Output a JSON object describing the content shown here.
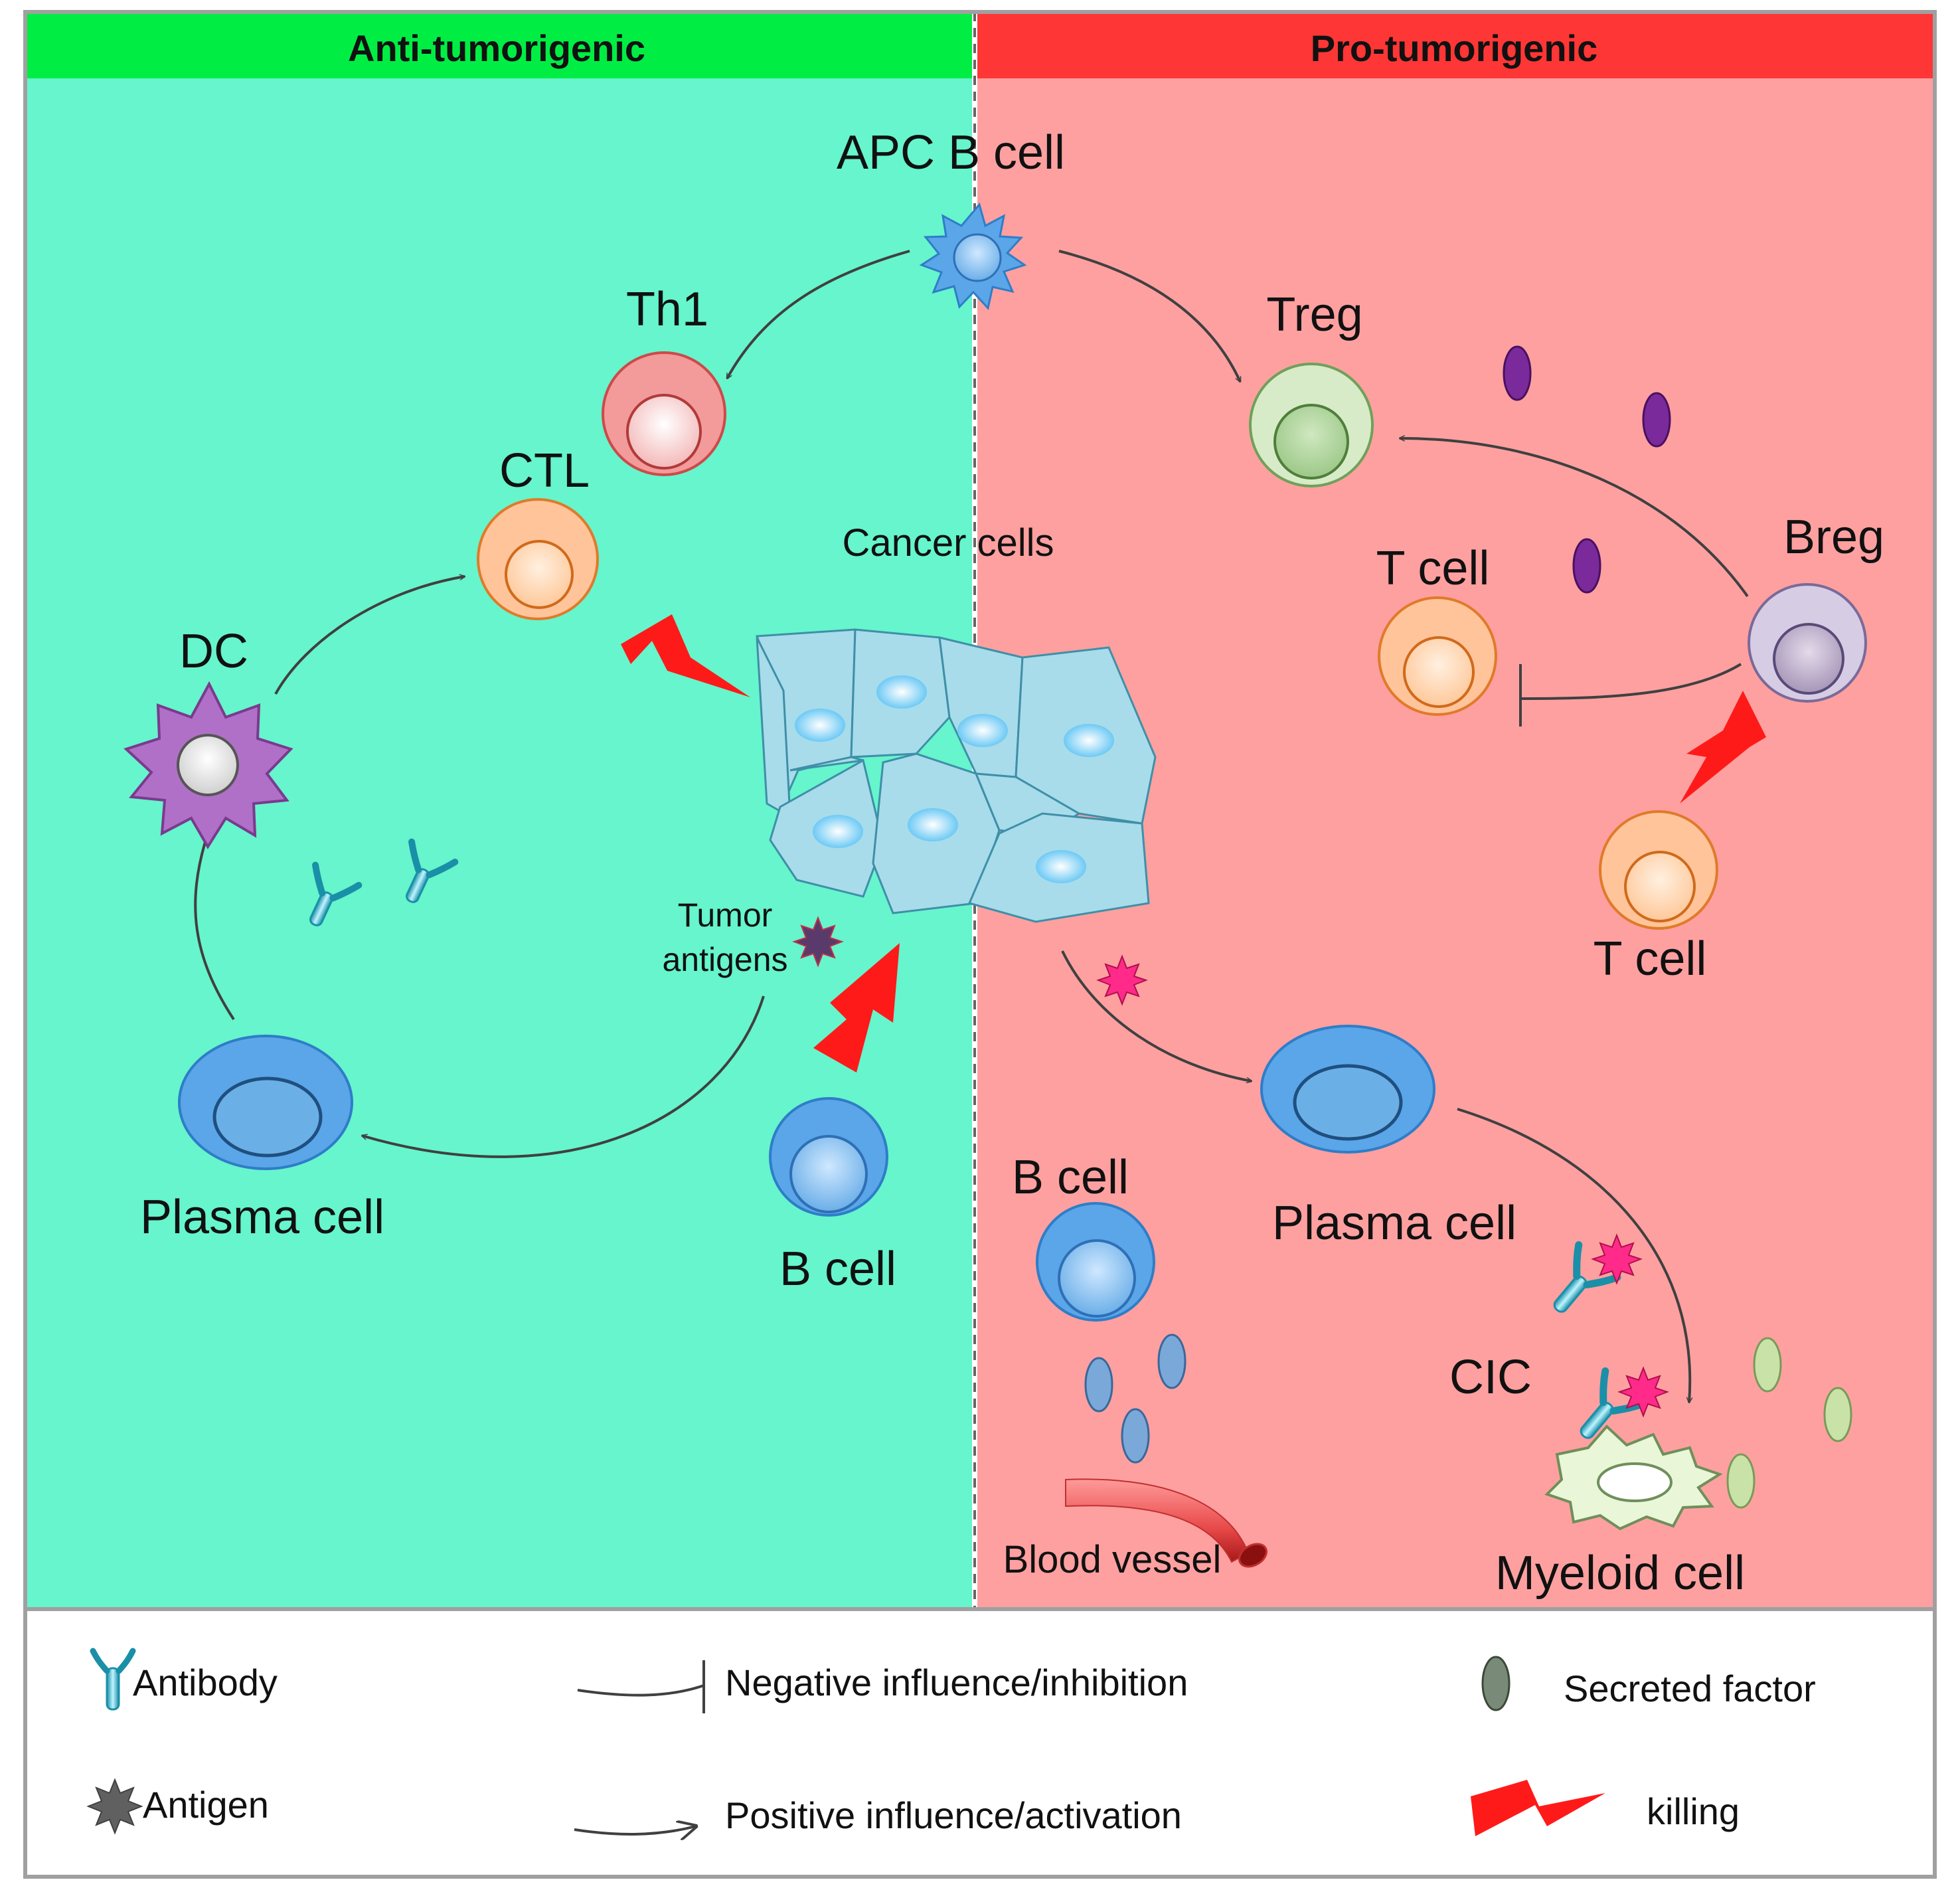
{
  "panels": {
    "left_header": "Anti-tumorigenic",
    "right_header": "Pro-tumorigenic"
  },
  "labels": {
    "apc_b_cell": "APC B cell",
    "th1": "Th1",
    "ctl": "CTL",
    "dc": "DC",
    "cancer_cells": "Cancer cells",
    "tumor_antigens_line1": "Tumor",
    "tumor_antigens_line2": "antigens",
    "plasma_cell_left": "Plasma cell",
    "b_cell_left": "B cell",
    "treg": "Treg",
    "t_cell_top": "T cell",
    "breg": "Breg",
    "t_cell_bottom": "T cell",
    "plasma_cell_right": "Plasma cell",
    "b_cell_right": "B cell",
    "cic": "CIC",
    "blood_vessel": "Blood vessel",
    "myeloid_cell": "Myeloid cell"
  },
  "legend": {
    "antibody": "Antibody",
    "antigen": "Antigen",
    "negative": "Negative influence/inhibition",
    "positive": "Positive influence/activation",
    "secreted": "Secreted factor",
    "killing": "killing"
  },
  "colors": {
    "left_header": "#00ee44",
    "right_header": "#ff3636",
    "left_bg": "#66f5cc",
    "right_bg": "#ffa0a0",
    "killing": "#ff1a1a",
    "arrow": "#404040"
  }
}
